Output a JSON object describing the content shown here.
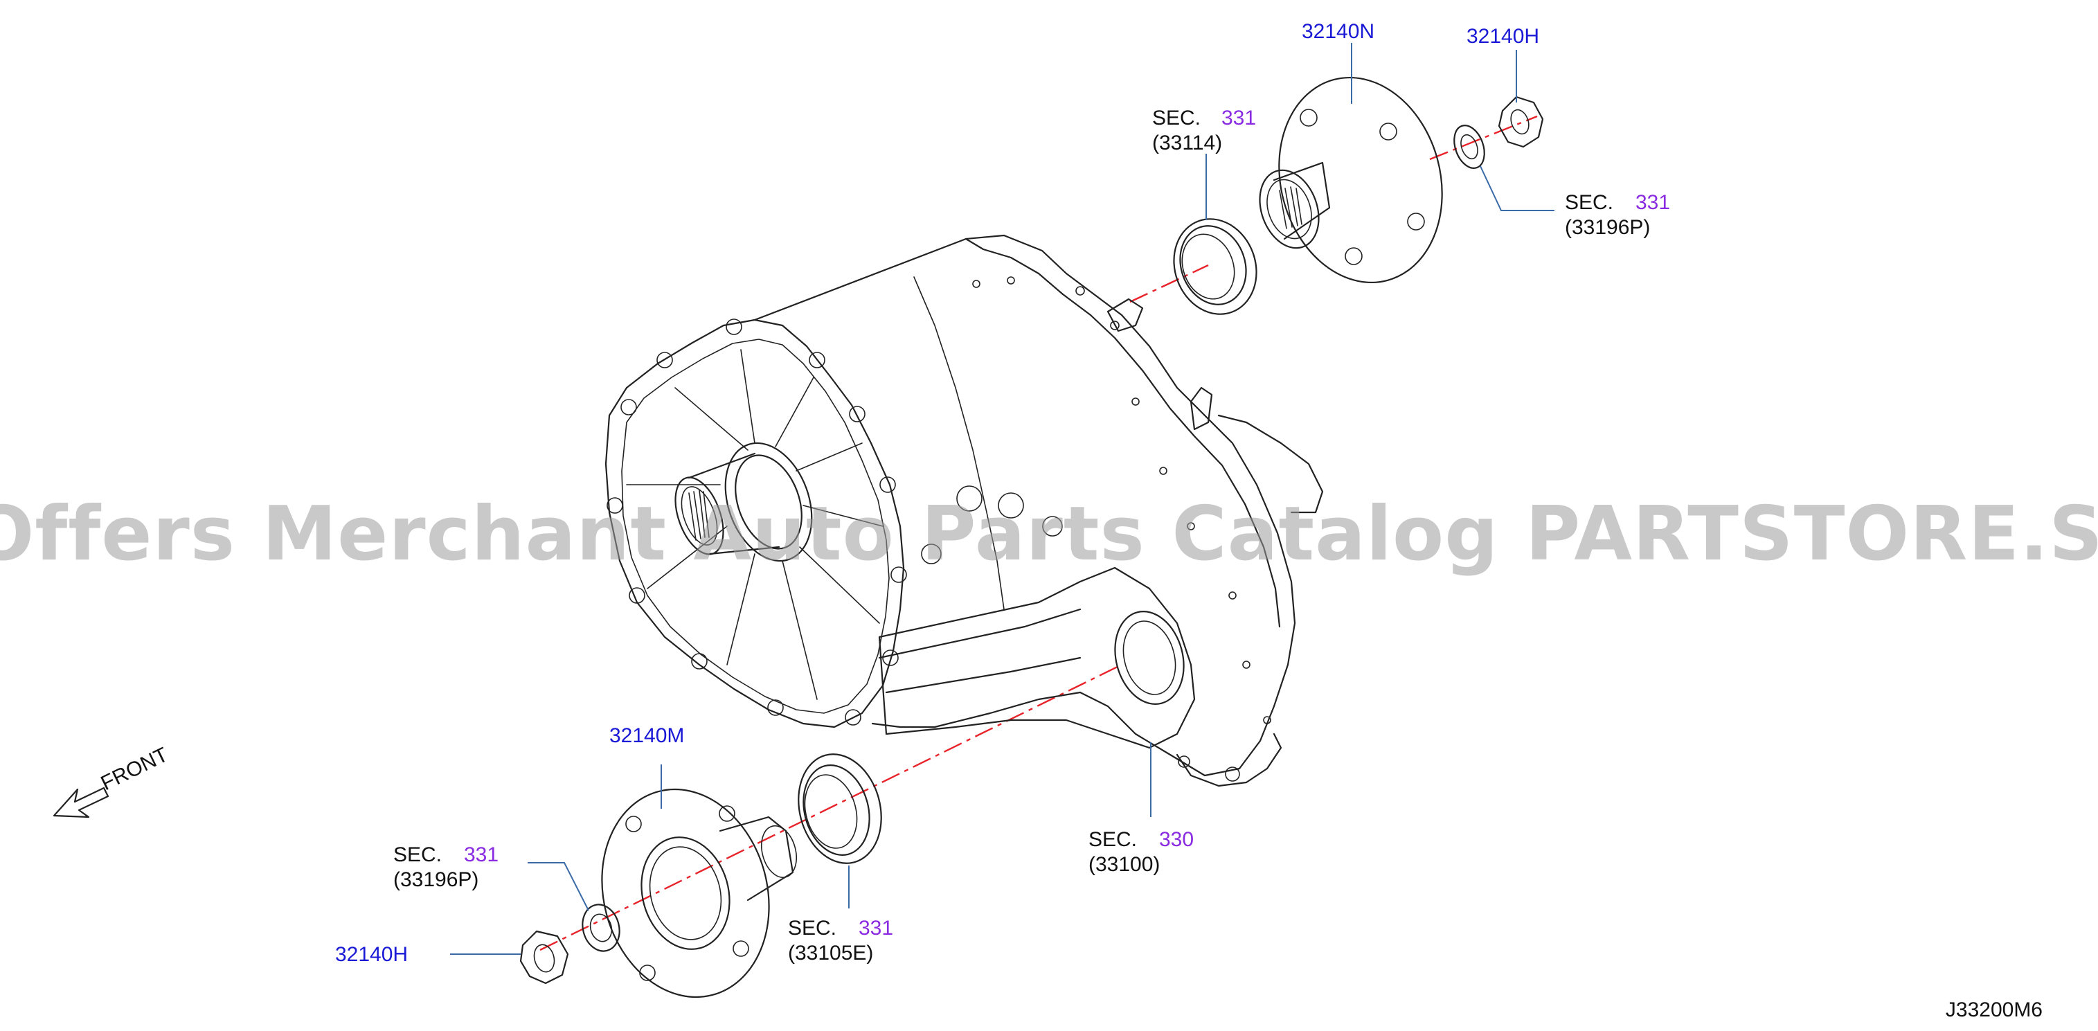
{
  "colors": {
    "part_number": "#1a1ad6",
    "section_number": "#8a2be2",
    "label_text": "#111111",
    "leader_line": "#3a6aa8",
    "center_axis": "#e8232a",
    "drawing_line": "#222222",
    "watermark": "#9c9c9c"
  },
  "watermark": "Offers Merchant Auto Parts Catalog PARTSTORE.SA",
  "front_indicator": {
    "label": "FRONT",
    "icon": "front-arrow-icon"
  },
  "diagram_code": "J33200M6",
  "callouts": {
    "rear_flange": {
      "part_no": "32140N"
    },
    "rear_nut": {
      "part_no": "32140H"
    },
    "rear_oil_seal": {
      "sec_label": "SEC.",
      "sec_no": "331",
      "ref": "(33114)"
    },
    "rear_washer": {
      "sec_label": "SEC.",
      "sec_no": "331",
      "ref": "(33196P)"
    },
    "transfer_case": {
      "sec_label": "SEC.",
      "sec_no": "330",
      "ref": "(33100)"
    },
    "front_flange": {
      "part_no": "32140M"
    },
    "front_washer": {
      "sec_label": "SEC.",
      "sec_no": "331",
      "ref": "(33196P)"
    },
    "front_nut": {
      "part_no": "32140H"
    },
    "front_oil_seal": {
      "sec_label": "SEC.",
      "sec_no": "331",
      "ref": "(33105E)"
    }
  }
}
